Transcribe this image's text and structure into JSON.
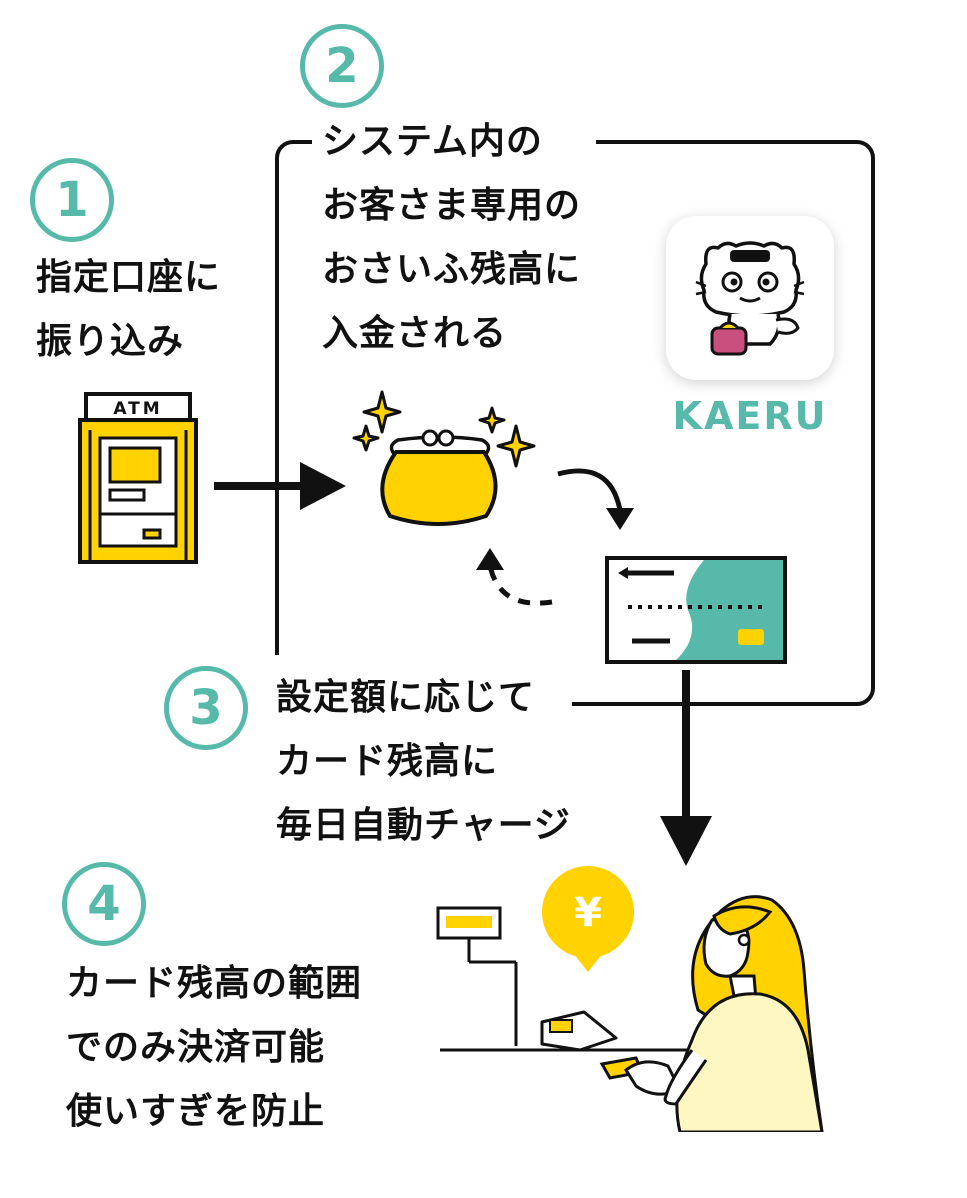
{
  "steps": [
    {
      "number": "1",
      "lines": [
        "指定口座に",
        "振り込み"
      ]
    },
    {
      "number": "2",
      "lines": [
        "システム内の",
        "お客さま専用の",
        "おさいふ残高に",
        "入金される"
      ]
    },
    {
      "number": "3",
      "lines": [
        "設定額に応じて",
        "カード残高に",
        "毎日自動チャージ"
      ]
    },
    {
      "number": "4",
      "lines": [
        "カード残高の範囲",
        "でのみ決済可能",
        "使いすぎを防止"
      ]
    }
  ],
  "atm": {
    "label": "ATM"
  },
  "app": {
    "name": "KAERU"
  },
  "payment": {
    "symbol": "¥"
  },
  "colors": {
    "accent": "#56b9a9",
    "yellow": "#ffd200",
    "ink": "#111111"
  }
}
